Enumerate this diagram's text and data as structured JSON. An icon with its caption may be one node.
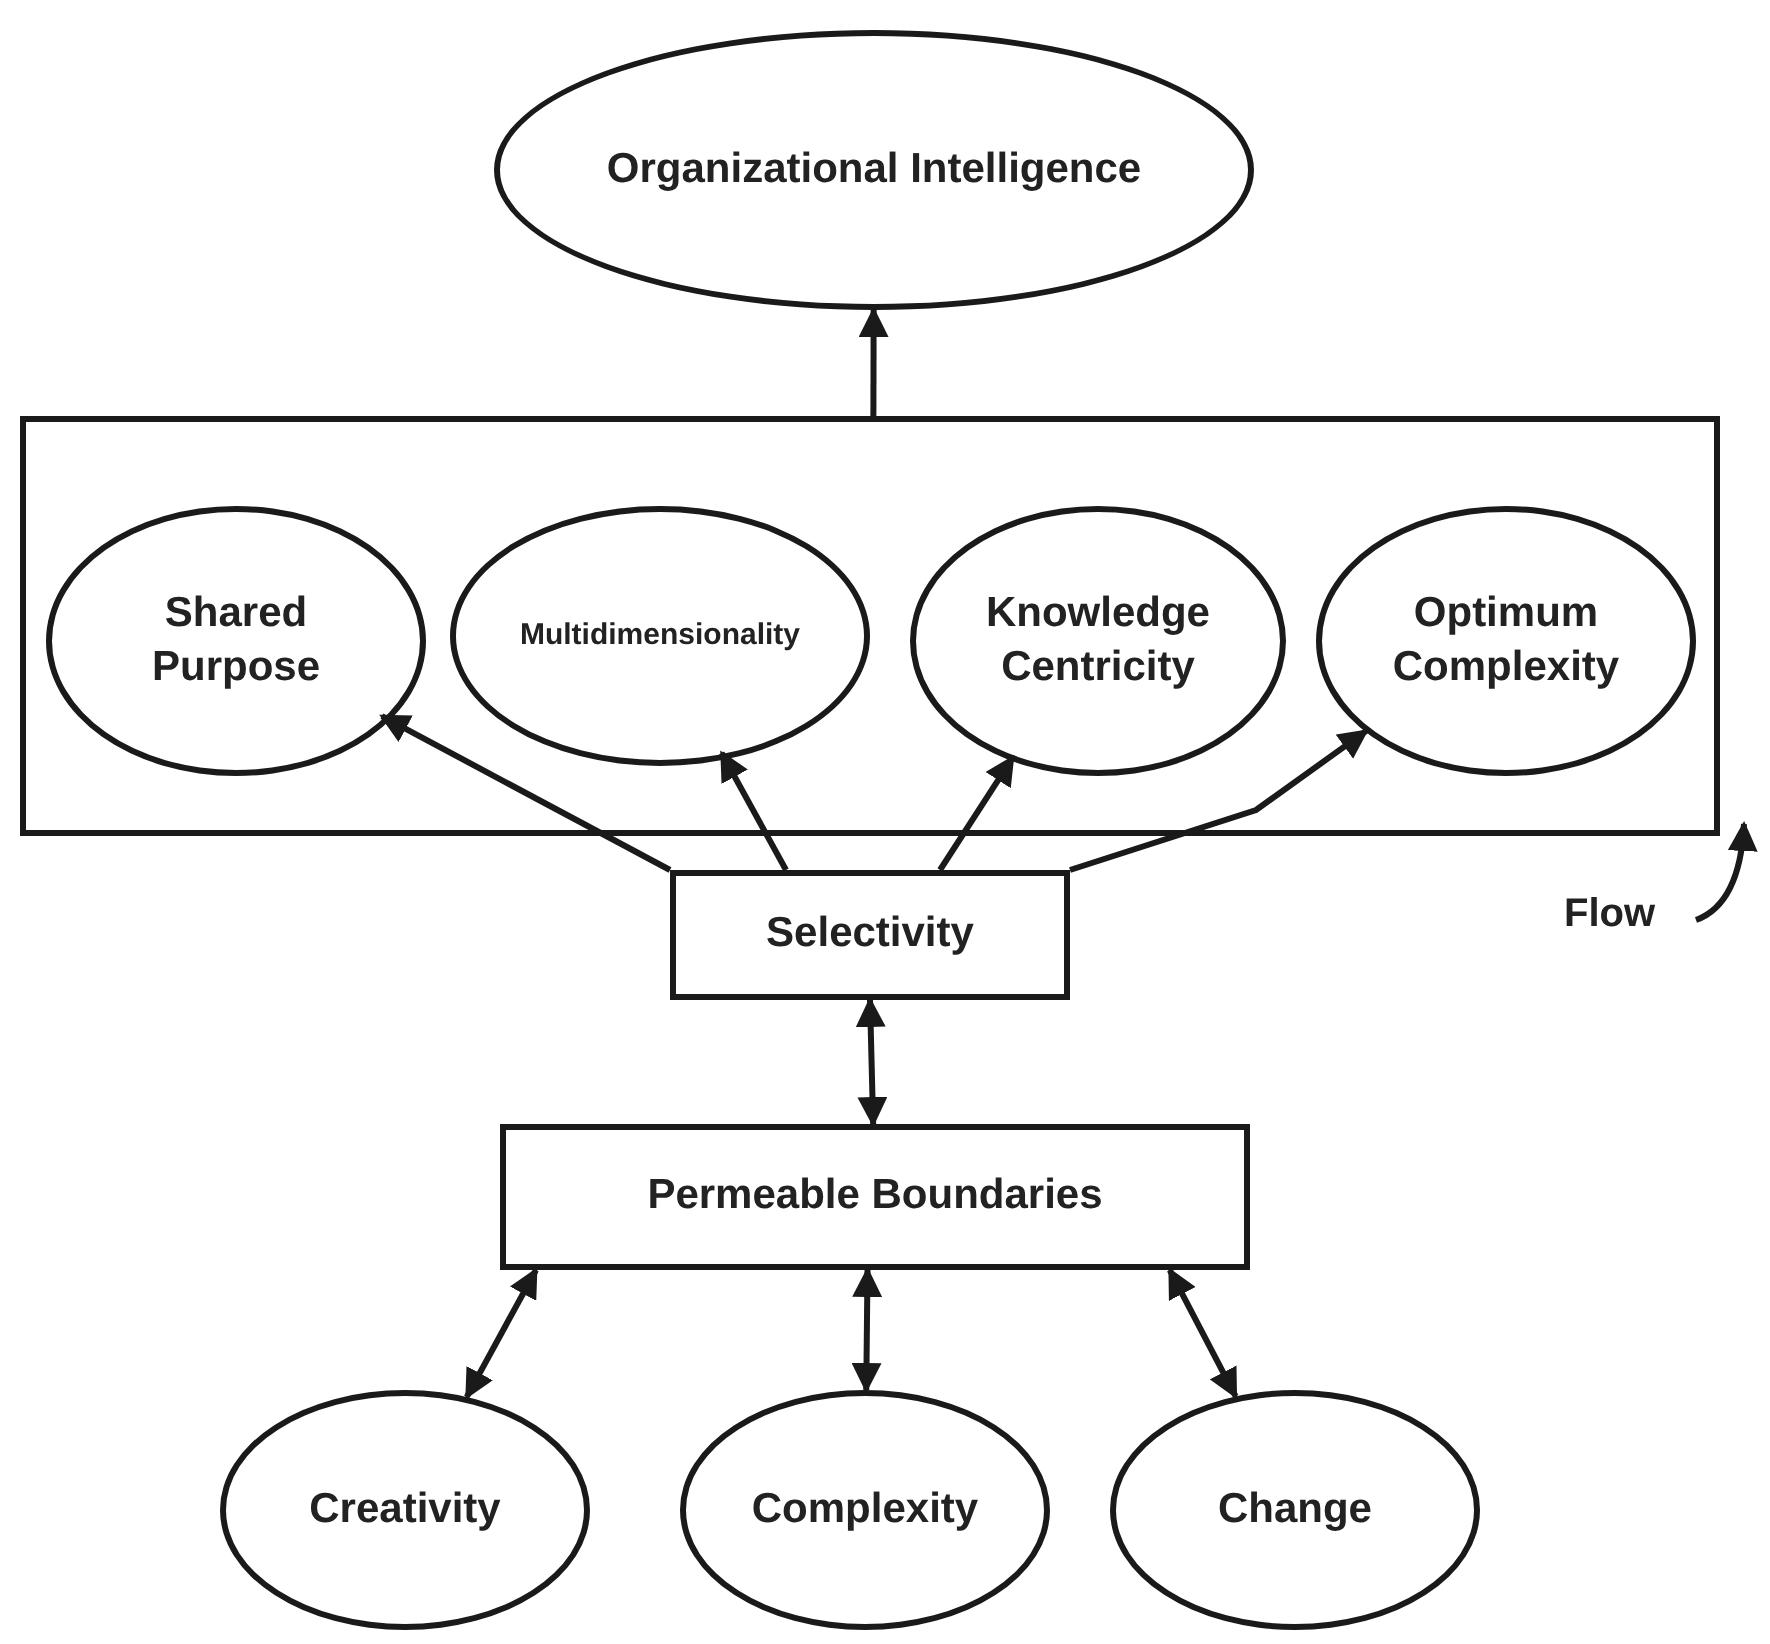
{
  "diagram": {
    "nodes": [
      {
        "text": [
          "Organizational Intelligence"
        ]
      },
      {
        "text": [],
        "shape": "box"
      },
      {
        "text": [
          "Shared Purpose"
        ],
        "in": 1
      },
      {
        "text": [
          "Multidimensionality"
        ],
        "in": 1
      },
      {
        "text": [
          "Knowledge Centricity"
        ],
        "in": 1
      },
      {
        "text": [
          "Optimum Complexity"
        ],
        "in": 1
      },
      {
        "text": [
          "Selectivity"
        ]
      },
      {
        "text": [
          "Permeable Boundaries"
        ]
      },
      {
        "text": [
          "Creativity"
        ]
      },
      {
        "text": [
          "Complexity"
        ]
      },
      {
        "text": [
          "Change"
        ]
      }
    ],
    "edges": [
      {
        "from": 1,
        "to": 0,
        "arrow": "to"
      },
      {
        "from": 6,
        "to": 2,
        "arrow": "to"
      },
      {
        "from": 6,
        "to": 3,
        "arrow": "to"
      },
      {
        "from": 6,
        "to": 4,
        "arrow": "to"
      },
      {
        "from": 6,
        "to": 5,
        "arrow": "to"
      },
      {
        "from": 6,
        "to": 7,
        "arrow": "both"
      },
      {
        "from": 7,
        "to": 8,
        "arrow": "both"
      },
      {
        "from": 7,
        "to": 9,
        "arrow": "both"
      },
      {
        "from": 7,
        "to": 10,
        "arrow": "both"
      }
    ],
    "labels": [
      "Flow"
    ]
  }
}
